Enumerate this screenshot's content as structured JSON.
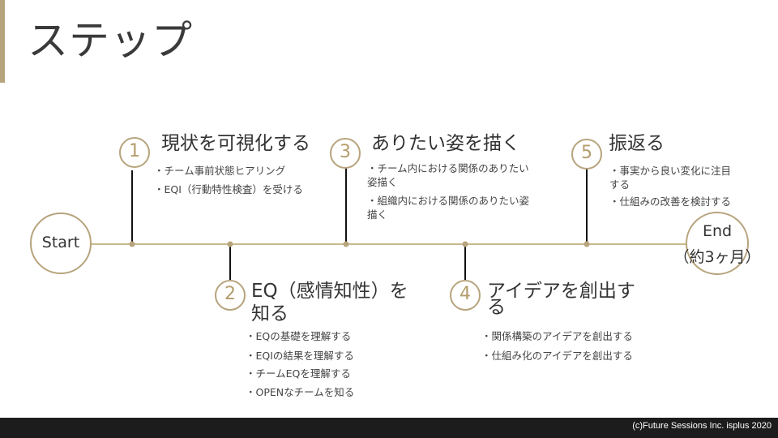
{
  "title": "ステップ",
  "start_label": "Start",
  "end_label_1": "End",
  "end_label_2": "（約3ヶ月）",
  "colors": {
    "accent": "#b7a47d",
    "line": "#c9b98d",
    "dark": "#1c1c1c"
  },
  "steps": [
    {
      "num": "1",
      "title": "現状を可視化する",
      "bullets": [
        "・チーム事前状態ヒアリング",
        "・EQI（行動特性検査）を受ける"
      ]
    },
    {
      "num": "2",
      "title_1": "EQ（感情知性）を",
      "title_2": "知る",
      "bullets": [
        "・EQの基礎を理解する",
        "・EQIの結果を理解する",
        "・チームEQを理解する",
        "・OPENなチームを知る"
      ]
    },
    {
      "num": "3",
      "title": "ありたい姿を描く",
      "bullets": [
        "・チーム内における関係のありたい",
        "姿描く",
        "・組織内における関係のありたい姿",
        "描く"
      ]
    },
    {
      "num": "4",
      "title_1": "アイデアを創出す",
      "title_2": "る",
      "bullets": [
        "・関係構築のアイデアを創出する",
        "・仕組み化のアイデアを創出する"
      ]
    },
    {
      "num": "5",
      "title": "振返る",
      "bullets": [
        "・事実から良い変化に注目",
        "する",
        "・仕組みの改善を検討する"
      ]
    }
  ],
  "copyright": "(c)Future Sessions Inc. isplus 2020"
}
